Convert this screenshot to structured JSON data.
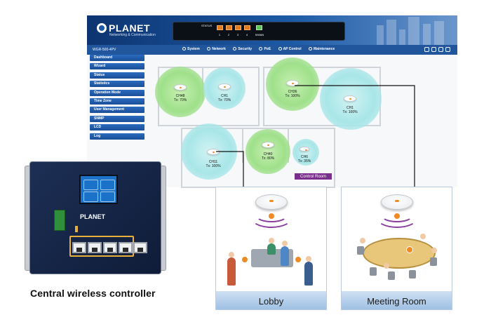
{
  "ui": {
    "brand": "PLANET",
    "tagline": "Networking & Communication",
    "port_status_label": "STATUS",
    "ports": [
      "1",
      "2",
      "3",
      "4"
    ],
    "sfp_label": "5/WAN",
    "model": "WGR-500-4PV",
    "nav": [
      "System",
      "Network",
      "Security",
      "PoE",
      "AP Control",
      "Maintenance"
    ],
    "sidebar": [
      "Dashboard",
      "Wizard",
      "Status",
      "Statistics",
      "Operation Mode",
      "Time Zone",
      "User Management",
      "SNMP",
      "LCD",
      "Log"
    ]
  },
  "access_points": [
    {
      "channel": "CH48",
      "tx": "Tx: 70%",
      "color": "#9fe08a"
    },
    {
      "channel": "CH1",
      "tx": "Tx: 70%",
      "color": "#a8e6e8"
    },
    {
      "channel": "CH36",
      "tx": "Tx: 100%",
      "color": "#9fe08a"
    },
    {
      "channel": "CH1",
      "tx": "Tx: 100%",
      "color": "#a8e6e8"
    },
    {
      "channel": "CH11",
      "tx": "Tx: 100%",
      "color": "#a8e6e8"
    },
    {
      "channel": "CH40",
      "tx": "Tx: 80%",
      "color": "#9fe08a"
    },
    {
      "channel": "CH6",
      "tx": "Tx: 35%",
      "color": "#a8e6e8"
    }
  ],
  "control_room_label": "Control Room",
  "device_caption": "Central wireless controller",
  "rooms": {
    "lobby": "Lobby",
    "meeting": "Meeting Room"
  },
  "colors": {
    "ui_header": "#1c5aa6",
    "accent_purple": "#7b2f8c",
    "ap_led": "#f08a24",
    "connector_line": "#111111"
  }
}
